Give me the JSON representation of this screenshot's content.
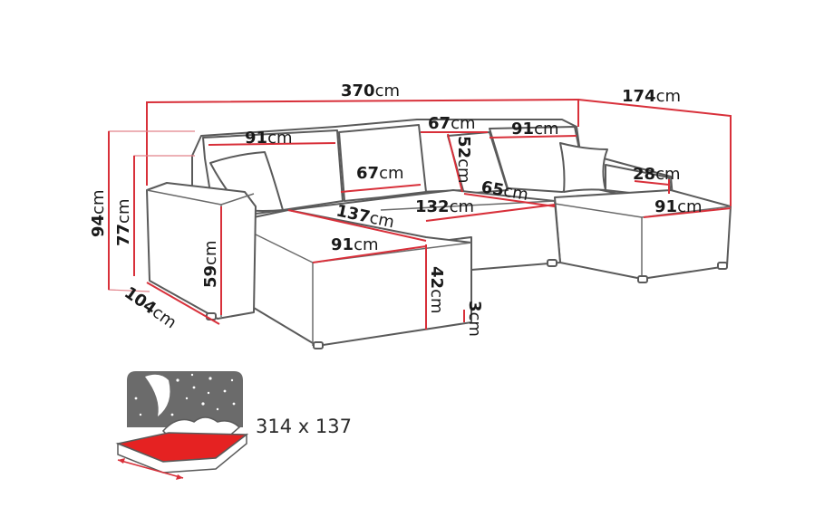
{
  "dimensions": {
    "total_width": {
      "value": "370",
      "unit": "cm"
    },
    "side_depth": {
      "value": "174",
      "unit": "cm"
    },
    "left_back_cushion": {
      "value": "91",
      "unit": "cm"
    },
    "middle_back_cushion": {
      "value": "67",
      "unit": "cm"
    },
    "right_back_cushion": {
      "value": "91",
      "unit": "cm"
    },
    "back_cushion_width": {
      "value": "67",
      "unit": "cm"
    },
    "back_cushion_height": {
      "value": "52",
      "unit": "cm"
    },
    "seat_depth": {
      "value": "65",
      "unit": "cm"
    },
    "armrest_width": {
      "value": "28",
      "unit": "cm"
    },
    "right_chaise_width": {
      "value": "91",
      "unit": "cm"
    },
    "left_chaise_length": {
      "value": "137",
      "unit": "cm"
    },
    "middle_seat_width": {
      "value": "132",
      "unit": "cm"
    },
    "left_chaise_width": {
      "value": "91",
      "unit": "cm"
    },
    "total_height": {
      "value": "94",
      "unit": "cm"
    },
    "back_height": {
      "value": "77",
      "unit": "cm"
    },
    "armrest_height": {
      "value": "59",
      "unit": "cm"
    },
    "seat_height": {
      "value": "42",
      "unit": "cm"
    },
    "leg_height": {
      "value": "3",
      "unit": "cm"
    },
    "module_depth": {
      "value": "104",
      "unit": "cm"
    }
  },
  "bed": {
    "icon": "sleeping-area-icon",
    "label": "314 x 137"
  },
  "colors": {
    "dimension_line": "#d8303a",
    "outline": "#5a5a5a",
    "bed_surface": "#e52222",
    "night_panel": "#6b6b6b"
  }
}
